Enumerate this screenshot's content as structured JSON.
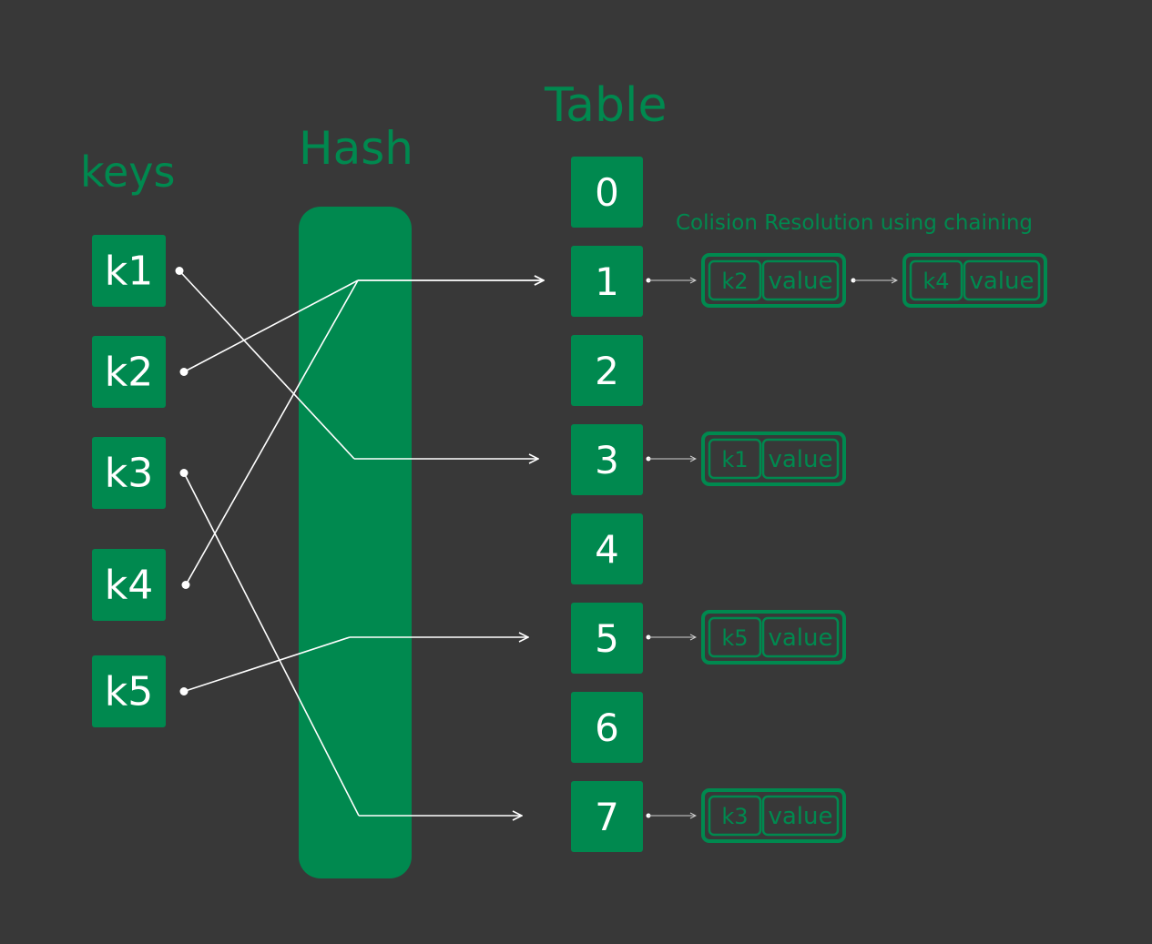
{
  "colors": {
    "background": "#383838",
    "green": "#00894f",
    "line": "#ffffff",
    "text": "#ffffff"
  },
  "titles": {
    "keys": "keys",
    "hash": "Hash",
    "table": "Table",
    "chaining_note": "Colision Resolution using chaining"
  },
  "keys": [
    {
      "label": "k1"
    },
    {
      "label": "k2"
    },
    {
      "label": "k3"
    },
    {
      "label": "k4"
    },
    {
      "label": "k5"
    }
  ],
  "table": [
    {
      "label": "0"
    },
    {
      "label": "1"
    },
    {
      "label": "2"
    },
    {
      "label": "3"
    },
    {
      "label": "4"
    },
    {
      "label": "5"
    },
    {
      "label": "6"
    },
    {
      "label": "7"
    }
  ],
  "mappings": [
    {
      "key": "k1",
      "slot": 3
    },
    {
      "key": "k2",
      "slot": 1
    },
    {
      "key": "k3",
      "slot": 7
    },
    {
      "key": "k4",
      "slot": 1
    },
    {
      "key": "k5",
      "slot": 5
    }
  ],
  "chains": [
    {
      "slot": 1,
      "nodes": [
        {
          "key": "k2",
          "value": "value"
        },
        {
          "key": "k4",
          "value": "value"
        }
      ]
    },
    {
      "slot": 3,
      "nodes": [
        {
          "key": "k1",
          "value": "value"
        }
      ]
    },
    {
      "slot": 5,
      "nodes": [
        {
          "key": "k5",
          "value": "value"
        }
      ]
    },
    {
      "slot": 7,
      "nodes": [
        {
          "key": "k3",
          "value": "value"
        }
      ]
    }
  ]
}
